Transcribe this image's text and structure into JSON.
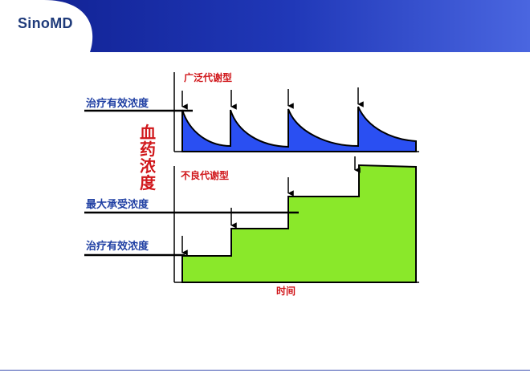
{
  "brand": "SinoMD",
  "colors": {
    "header_blue": "#1b2fa8",
    "extensive_fill": "#2a4ff2",
    "poor_fill": "#8ae82a",
    "label_blue": "#1f3fa3",
    "label_red": "#d0161a"
  },
  "diagram": {
    "y_axis_label": "血药浓度",
    "x_axis_label": "时间",
    "top_panel": {
      "title": "广泛代谢型",
      "threshold_label": "治疗有效浓度"
    },
    "bottom_panel": {
      "title": "不良代谢型",
      "max_threshold_label": "最大承受浓度",
      "min_threshold_label": "治疗有效浓度"
    },
    "dose_marker_icon": "down-arrow-icon"
  }
}
